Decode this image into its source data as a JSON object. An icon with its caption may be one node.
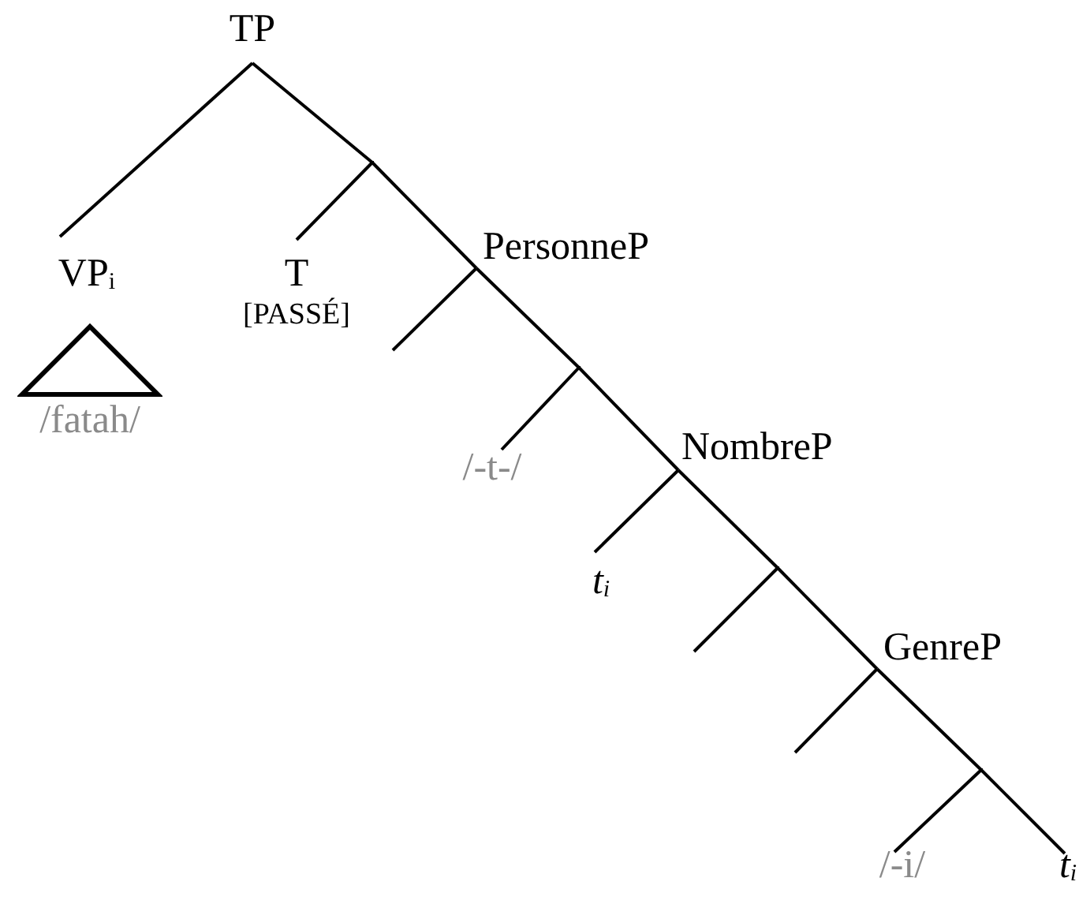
{
  "diagram": {
    "nodes": [
      {
        "text": [
          "TP"
        ]
      },
      {
        "text": [
          "VP$_{i}$"
        ]
      },
      {
        "text": [],
        "shape": "triangle",
        "beside": [
          "/fatah/"
        ]
      },
      {
        "text": [],
        "shape": "point"
      },
      {
        "text": [
          "T",
          "[PASSÉ]"
        ]
      },
      {
        "text": [
          "PersonneP"
        ]
      },
      {
        "text": [],
        "shape": "point"
      },
      {
        "text": [
          "/-t-/"
        ]
      },
      {
        "text": [
          "NombreP"
        ]
      },
      {
        "text": [
          "t$_{i}$"
        ]
      },
      {
        "text": [],
        "shape": "point"
      },
      {
        "text": [
          "GenreP"
        ]
      },
      {
        "text": [],
        "shape": "point"
      },
      {
        "text": [
          "/-i/"
        ]
      },
      {
        "text": [
          "t$_{i}$"
        ]
      }
    ],
    "edges": [
      {
        "from": 0,
        "to": 1,
        "arrow": "none"
      },
      {
        "from": 0,
        "to": 3,
        "arrow": "none"
      },
      {
        "from": 3,
        "to": 4,
        "arrow": "none"
      },
      {
        "from": 3,
        "to": 5,
        "arrow": "none"
      },
      {
        "from": 5,
        "to": null,
        "arrow": "none"
      },
      {
        "from": 5,
        "to": 6,
        "arrow": "none"
      },
      {
        "from": 6,
        "to": 7,
        "arrow": "none"
      },
      {
        "from": 6,
        "to": 8,
        "arrow": "none"
      },
      {
        "from": 8,
        "to": 9,
        "arrow": "none"
      },
      {
        "from": 8,
        "to": 10,
        "arrow": "none"
      },
      {
        "from": 10,
        "to": null,
        "arrow": "none"
      },
      {
        "from": 10,
        "to": 11,
        "arrow": "none"
      },
      {
        "from": 11,
        "to": null,
        "arrow": "none"
      },
      {
        "from": 11,
        "to": 12,
        "arrow": "none"
      },
      {
        "from": 12,
        "to": 13,
        "arrow": "none"
      },
      {
        "from": 12,
        "to": 14,
        "arrow": "none"
      }
    ]
  }
}
